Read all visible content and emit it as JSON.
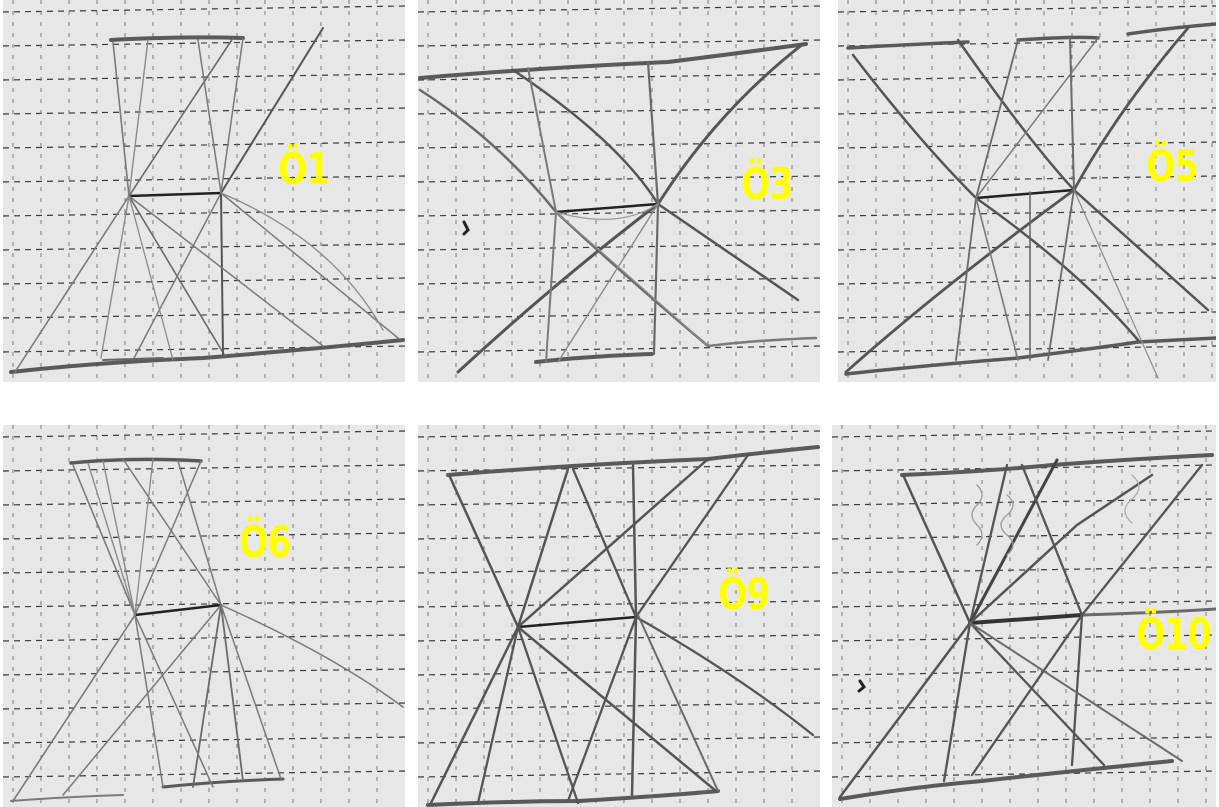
{
  "colors": {
    "paper": "#e7e7e7",
    "grid_dash": "#3a3a3a",
    "grid_faint": "#b8b8b8",
    "pencil": "#5a5a5a",
    "pencil_light": "#8a8a8a",
    "label": "#ffff00"
  },
  "panels": [
    {
      "id": "o1",
      "label": "Ö1"
    },
    {
      "id": "o3",
      "label": "Ö3"
    },
    {
      "id": "o5",
      "label": "Ö5"
    },
    {
      "id": "o6",
      "label": "Ö6"
    },
    {
      "id": "o9",
      "label": "Ö9"
    },
    {
      "id": "o10",
      "label": "Ö10"
    }
  ]
}
